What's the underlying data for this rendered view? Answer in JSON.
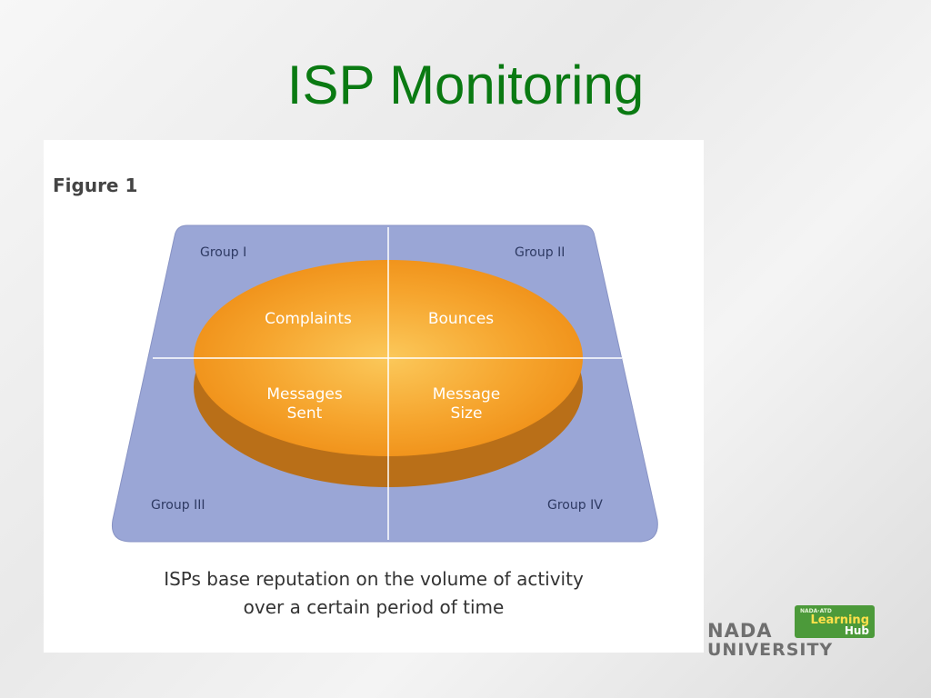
{
  "slide": {
    "title": "ISP Monitoring"
  },
  "figure": {
    "label": "Figure 1",
    "groups": [
      "Group I",
      "Group II",
      "Group III",
      "Group IV"
    ],
    "quadrants": {
      "top_left": "Complaints",
      "top_right": "Bounces",
      "bottom_left_line1": "Messages",
      "bottom_left_line2": "Sent",
      "bottom_right_line1": "Message",
      "bottom_right_line2": "Size"
    },
    "caption_line1": "ISPs base reputation on the volume of activity",
    "caption_line2": "over a certain period of time"
  },
  "logo": {
    "line1": "NADA",
    "line2": "UNIVERSITY",
    "badge_top": "NADA·ATD",
    "badge_mid": "Learning",
    "badge_bot": "Hub"
  },
  "colors": {
    "title": "#0a7a12",
    "trapezoid": "#9aa6d6",
    "ellipse_center": "#f9bb4a",
    "ellipse_edge": "#ef8f17",
    "ellipse_rim": "#b96f18",
    "logo_badge": "#4c9a3a"
  }
}
